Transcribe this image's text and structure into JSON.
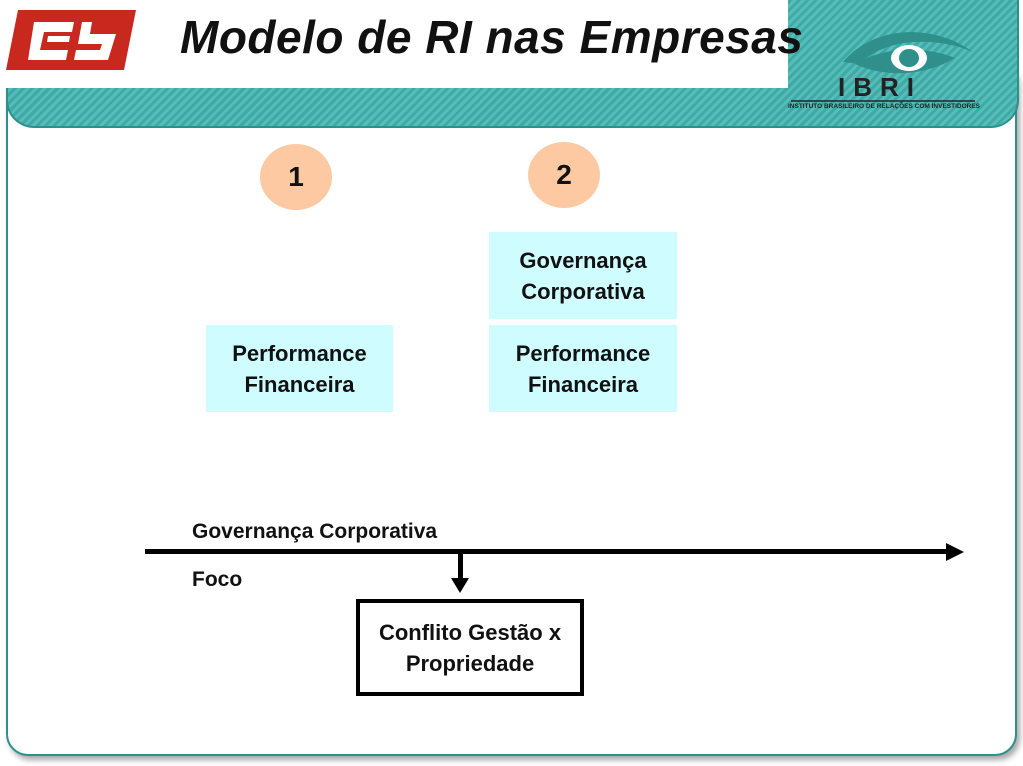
{
  "header": {
    "title": "Modelo de RI nas Empresas",
    "ibri_name": "IBRI",
    "ibri_subtitle": "INSTITUTO BRASILEIRO DE RELAÇÕES COM INVESTIDORES"
  },
  "colors": {
    "band": "#3faaa5",
    "badge": "#fcc9a3",
    "box": "#cffcff",
    "logo_red": "#c8281e"
  },
  "models": [
    {
      "number": "1",
      "boxes": [
        [
          "Performance",
          "Financeira"
        ]
      ]
    },
    {
      "number": "2",
      "boxes": [
        [
          "Governança",
          "Corporativa"
        ],
        [
          "Performance",
          "Financeira"
        ]
      ]
    }
  ],
  "timeline": {
    "label_top": "Governança Corporativa",
    "label_bottom": "Foco"
  },
  "conflict": {
    "line1": "Conflito Gestão x",
    "line2": "Propriedade"
  },
  "icons": {
    "logo": "ceb-logo-icon",
    "ibri_eye": "eye-icon"
  }
}
